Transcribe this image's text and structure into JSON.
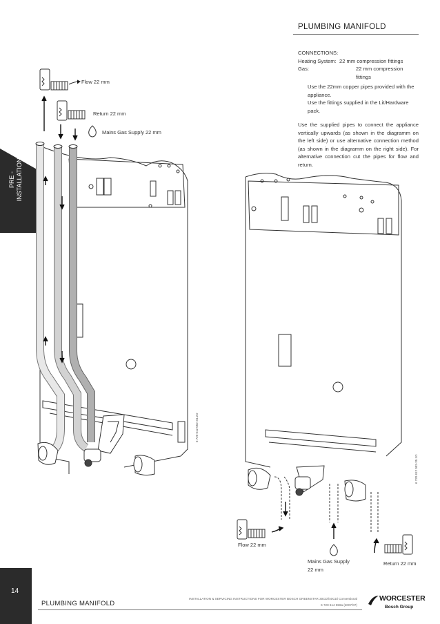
{
  "header": {
    "title": "PLUMBING MANIFOLD"
  },
  "side_tab": {
    "line1": "PRE -",
    "line2": "INSTALLATION"
  },
  "connections": {
    "heading": "CONNECTIONS:",
    "rows": [
      {
        "key": "Heating System:",
        "value": "22 mm compression fittings"
      },
      {
        "key": "Gas:",
        "value": "22 mm compression fittings"
      }
    ],
    "bullets": [
      "Use the 22mm copper pipes provided with the appliance.",
      "Use the fittings supplied in the Lit/Hardware pack."
    ],
    "paragraph": "Use the supplied pipes to connect the appliance vertically upwards (as shown in the diagramm on the left side) or use alternative connection method (as shown in the diagramm on the right side). For alternative connection cut the pipes for flow and return."
  },
  "left_diagram": {
    "flow_label": "Flow 22 mm",
    "return_label": "Return 22 mm",
    "gas_label": "Mains Gas Supply 22 mm",
    "code": "6 720 612 052-34.2O"
  },
  "right_diagram": {
    "flow_label": "Flow 22 mm",
    "gas_label_1": "Mains Gas Supply",
    "gas_label_2": "22 mm",
    "return_label": "Return 22 mm",
    "code": "6 720 612 052-35.1O"
  },
  "footer": {
    "page_number": "14",
    "title": "PLUMBING MANIFOLD",
    "doc_line1": "INSTALLATION & SERVICING INSTRUCTIONS FOR WORCESTER BOSCH GREENSTAR 30CDi/40CDi Conventional",
    "doc_line2": "6 720 614 556a (2007/07)",
    "brand": "WORCESTER",
    "brand_sub": "Bosch Group"
  }
}
